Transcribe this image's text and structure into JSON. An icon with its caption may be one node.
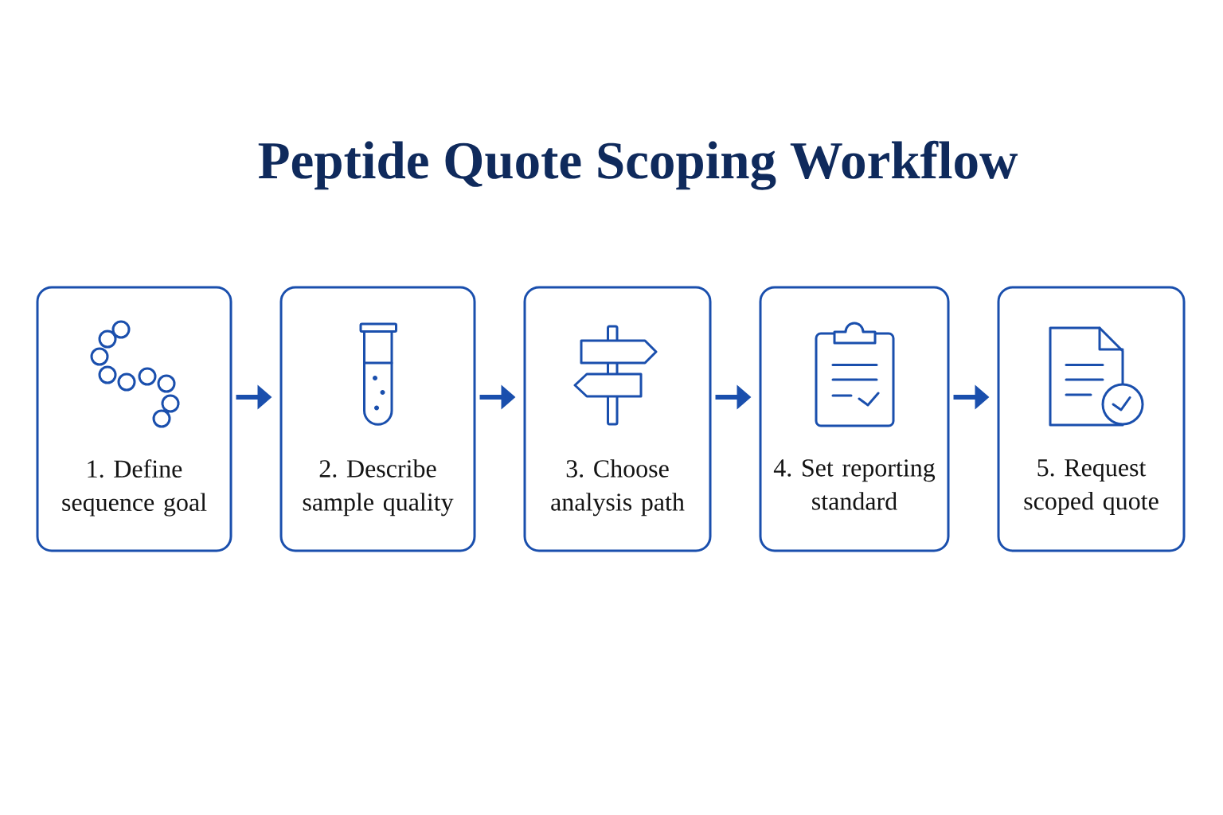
{
  "diagram": {
    "title": "Peptide Quote Scoping Workflow",
    "nodes": [
      {
        "text": [
          "1. Define sequence goal"
        ]
      },
      {
        "text": [
          "2. Describe sample quality"
        ]
      },
      {
        "text": [
          "3. Choose analysis path"
        ]
      },
      {
        "text": [
          "4. Set reporting standard"
        ]
      },
      {
        "text": [
          "5. Request scoped quote"
        ]
      }
    ],
    "edges": [
      {
        "from": 0,
        "to": 1,
        "arrow": "to"
      },
      {
        "from": 1,
        "to": 2,
        "arrow": "to"
      },
      {
        "from": 2,
        "to": 3,
        "arrow": "to"
      },
      {
        "from": 3,
        "to": 4,
        "arrow": "to"
      }
    ]
  }
}
